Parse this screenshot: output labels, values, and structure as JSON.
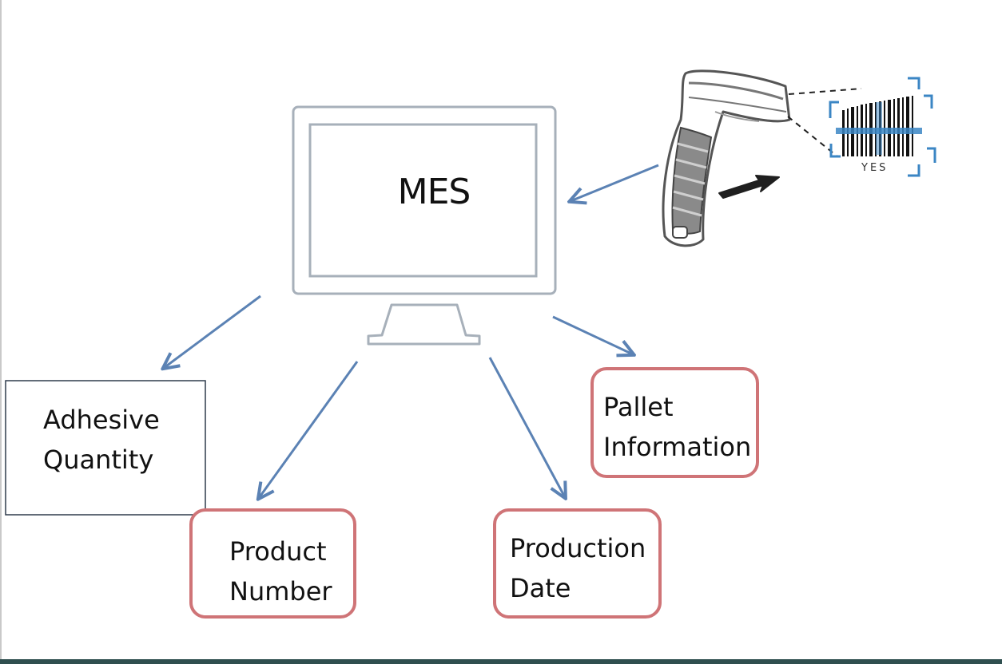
{
  "mes": {
    "label": "MES"
  },
  "scanner": {
    "barcode_text": "YES"
  },
  "nodes": [
    {
      "id": "adhesive_quantity",
      "lines": [
        "Adhesive",
        "Quantity"
      ],
      "style": "plain"
    },
    {
      "id": "product_number",
      "lines": [
        "Product",
        "Number"
      ],
      "style": "highlighted"
    },
    {
      "id": "production_date",
      "lines": [
        "Production",
        "Date"
      ],
      "style": "highlighted"
    },
    {
      "id": "pallet_information",
      "lines": [
        "Pallet",
        "Information"
      ],
      "style": "highlighted"
    }
  ],
  "colors": {
    "monitor": "#a7b0ba",
    "arrow": "#5b82b4",
    "plain_border": "#2f3b4b",
    "highlight_border": "#cf7477",
    "scanner_body": "#6b6b6b",
    "barcode_accent": "#3b86c4"
  }
}
